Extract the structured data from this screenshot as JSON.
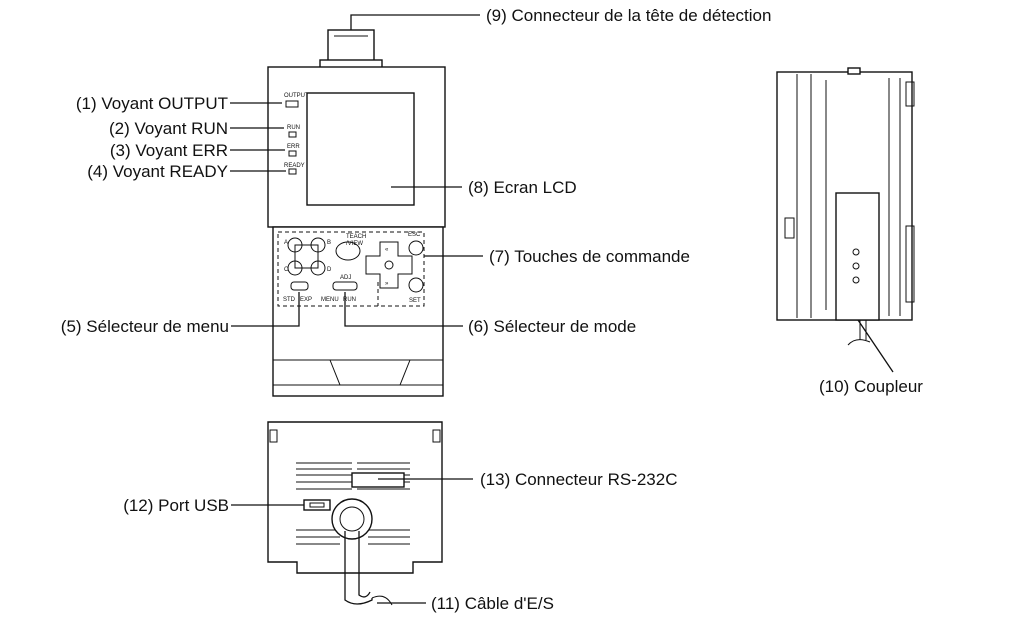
{
  "callouts": {
    "c1": "(1) Voyant OUTPUT",
    "c2": "(2) Voyant RUN",
    "c3": "(3) Voyant ERR",
    "c4": "(4) Voyant READY",
    "c5": "(5) Sélecteur de menu",
    "c6": "(6) Sélecteur de mode",
    "c7": "(7) Touches de commande",
    "c8": "(8) Ecran LCD",
    "c9": "(9) Connecteur de la tête de détection",
    "c10": "(10) Coupleur",
    "c11": "(11) Câble d'E/S",
    "c12": "(12) Port USB",
    "c13": "(13) Connecteur RS-232C"
  },
  "panel_labels": {
    "output": "OUTPUT",
    "run": "RUN",
    "err": "ERR",
    "ready": "READY",
    "key_a": "A",
    "key_b": "B",
    "key_c": "C",
    "key_d": "D",
    "teach": "TEACH",
    "view": "/VIEW",
    "esc": "ESC",
    "set": "SET",
    "adj": "ADJ",
    "std": "STD",
    "exp": "EXP",
    "menu": "MENU",
    "run_sw": "RUN"
  }
}
